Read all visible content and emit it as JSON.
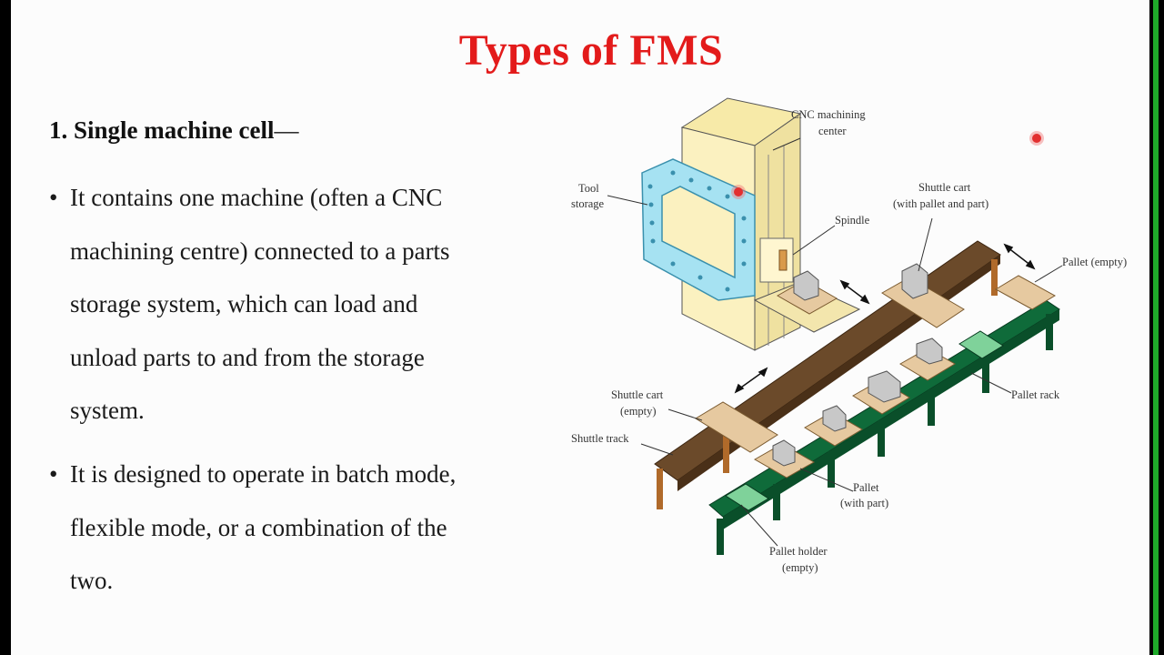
{
  "slide": {
    "title": "Types of FMS",
    "heading_bold": "1. Single machine cell",
    "heading_dash": "—",
    "bullets": [
      {
        "symbol": "•",
        "lines": [
          "It contains one machine (often a CNC",
          "machining centre) connected to a parts",
          "storage system, which can load and",
          "unload parts to and from the storage",
          "system."
        ]
      },
      {
        "symbol": "•",
        "lines": [
          "It is designed to operate in batch mode,",
          "flexible mode, or a combination of the",
          "two."
        ]
      }
    ]
  },
  "diagram": {
    "labels": {
      "cnc_1": "CNC machining",
      "cnc_2": "center",
      "tool_1": "Tool",
      "tool_2": "storage",
      "spindle": "Spindle",
      "shuttle_full_1": "Shuttle cart",
      "shuttle_full_2": "(with pallet and part)",
      "pallet_empty": "Pallet (empty)",
      "pallet_rack": "Pallet rack",
      "shuttle_empty_1": "Shuttle cart",
      "shuttle_empty_2": "(empty)",
      "shuttle_track": "Shuttle track",
      "pallet_part_1": "Pallet",
      "pallet_part_2": "(with part)",
      "pallet_holder_1": "Pallet holder",
      "pallet_holder_2": "(empty)"
    }
  },
  "colors": {
    "title": "#e31b1b",
    "machine": "#fbf1c0",
    "tool_storage": "#8fd8ee",
    "rack": "#0f6b3a",
    "track": "#6b4a2a",
    "cart": "#e6c9a0"
  }
}
